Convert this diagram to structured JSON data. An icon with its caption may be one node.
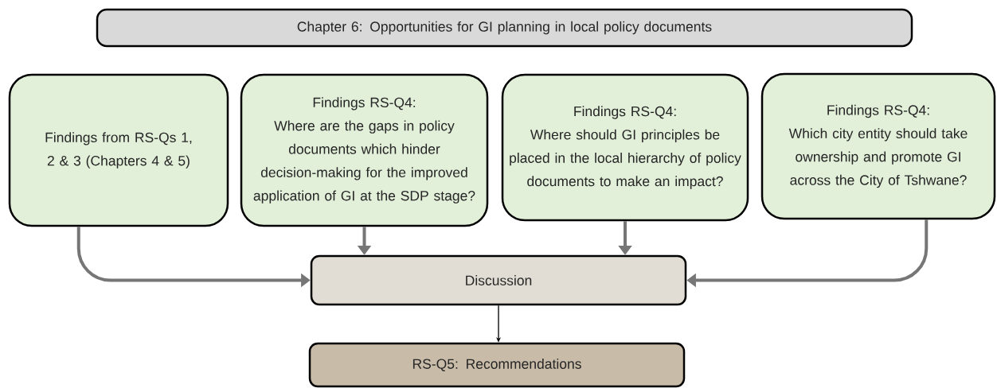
{
  "diagram": {
    "nodes": [
      {
        "text": [
          "Chapter 6: Opportunities for GI planning in local policy documents"
        ]
      },
      {
        "text": [
          "Findings from RS-Qs 1, 2 & 3 (Chapters 4 & 5)"
        ]
      },
      {
        "text": [
          "Findings RS-Q4:",
          "Where are the gaps in policy documents which hinder decision-making for the improved application of GI at the SDP stage?"
        ]
      },
      {
        "text": [
          "Findings RS-Q4:",
          "Where should GI principles be placed in the local hierarchy of policy documents to make an impact?"
        ]
      },
      {
        "text": [
          "Findings RS-Q4:",
          "Which city entity should take ownership and promote GI across the City of Tshwane?"
        ]
      },
      {
        "text": [
          "Discussion"
        ]
      },
      {
        "text": [
          "RS-Q5: Recommendations"
        ]
      }
    ],
    "edges": [
      {
        "from": 1,
        "to": 5,
        "arrow": "to"
      },
      {
        "from": 2,
        "to": 5,
        "arrow": "to"
      },
      {
        "from": 3,
        "to": 5,
        "arrow": "to"
      },
      {
        "from": 4,
        "to": 5,
        "arrow": "to"
      },
      {
        "from": 5,
        "to": 6,
        "arrow": "to",
        "color": "#000000"
      }
    ]
  }
}
